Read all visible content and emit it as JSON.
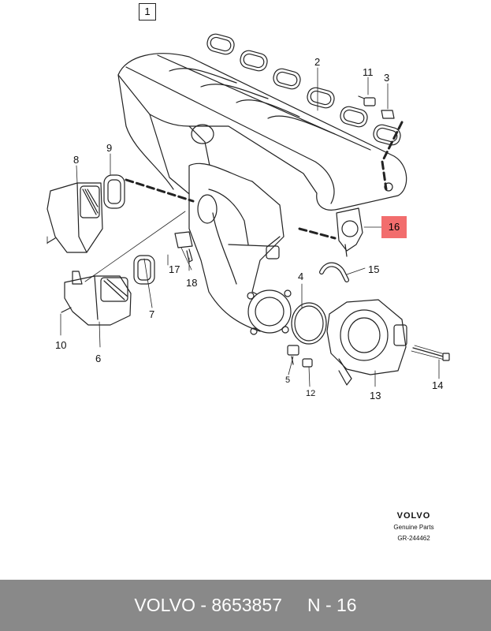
{
  "diagram": {
    "frame_label": "1",
    "highlighted_part": "16",
    "callouts": {
      "c2": "2",
      "c3": "3",
      "c4": "4",
      "c5": "5",
      "c6": "6",
      "c7": "7",
      "c8": "8",
      "c9": "9",
      "c10": "10",
      "c11": "11",
      "c12": "12",
      "c13": "13",
      "c14": "14",
      "c15": "15",
      "c17": "17",
      "c18": "18"
    }
  },
  "brand": {
    "logo": "VOLVO",
    "subtitle": "Genuine Parts",
    "code": "GR-244462"
  },
  "footer": {
    "left": "VOLVO - 8653857",
    "right": "N - 16"
  }
}
